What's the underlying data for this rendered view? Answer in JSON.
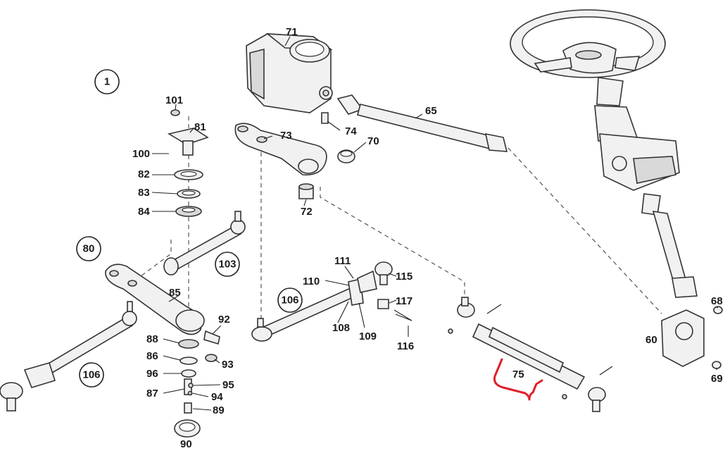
{
  "callouts": {
    "c1": "1",
    "c80": "80",
    "c103": "103",
    "c106a": "106",
    "c106b": "106"
  },
  "labels": {
    "p71": "71",
    "p65": "65",
    "p73": "73",
    "p74": "74",
    "p70": "70",
    "p72": "72",
    "p101": "101",
    "p81": "81",
    "p100": "100",
    "p82": "82",
    "p83": "83",
    "p84": "84",
    "p85": "85",
    "p92": "92",
    "p88": "88",
    "p86": "86",
    "p96": "96",
    "p87": "87",
    "p95": "95",
    "p94": "94",
    "p93": "93",
    "p89": "89",
    "p90": "90",
    "p111": "111",
    "p110": "110",
    "p115": "115",
    "p117": "117",
    "p108": "108",
    "p109": "109",
    "p116": "116",
    "p75": "75",
    "p68": "68",
    "p60": "60",
    "p69": "69"
  },
  "colors": {
    "highlight": "#e0202a",
    "line": "#333333",
    "fill": "#f1f1f1"
  }
}
